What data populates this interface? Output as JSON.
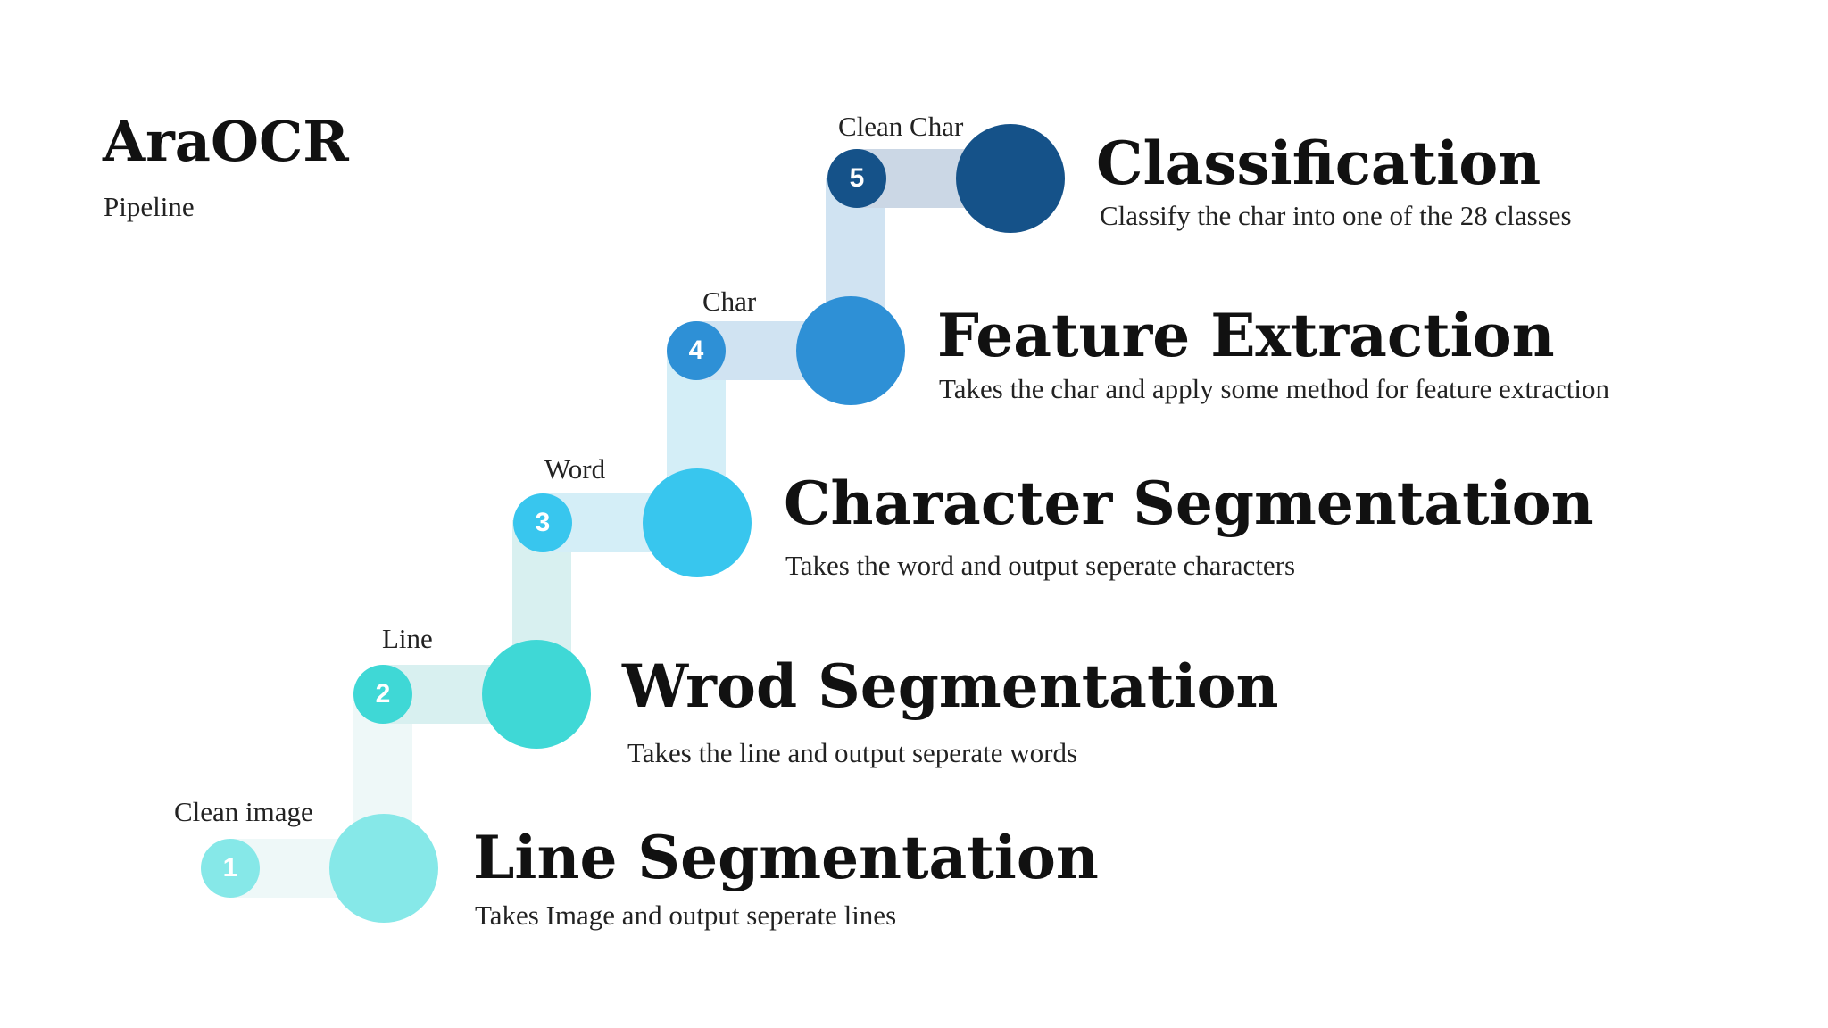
{
  "header": {
    "title": "AraOCR",
    "subtitle": "Pipeline"
  },
  "steps": [
    {
      "number": "1",
      "input": "Clean image",
      "heading": "Line Segmentation",
      "description": "Takes Image and output seperate lines",
      "color": "#86e8e8",
      "connector_color": "#eef8f8"
    },
    {
      "number": "2",
      "input": "Line",
      "heading": "Wrod Segmentation",
      "description": "Takes the line and output seperate words",
      "color": "#3fd8d6",
      "connector_color": "#d8f0f0"
    },
    {
      "number": "3",
      "input": "Word",
      "heading": "Character Segmentation",
      "description": "Takes the word and output seperate characters",
      "color": "#38c6ee",
      "connector_color": "#d4eef7"
    },
    {
      "number": "4",
      "input": "Char",
      "heading": "Feature Extraction",
      "description": "Takes the char and apply some method for feature extraction",
      "color": "#2e90d6",
      "connector_color": "#d0e3f2"
    },
    {
      "number": "5",
      "input": "Clean Char",
      "heading": "Classification",
      "description": "Classify the char into one of the 28 classes",
      "color": "#155289",
      "connector_color": "#cbd7e5"
    }
  ]
}
